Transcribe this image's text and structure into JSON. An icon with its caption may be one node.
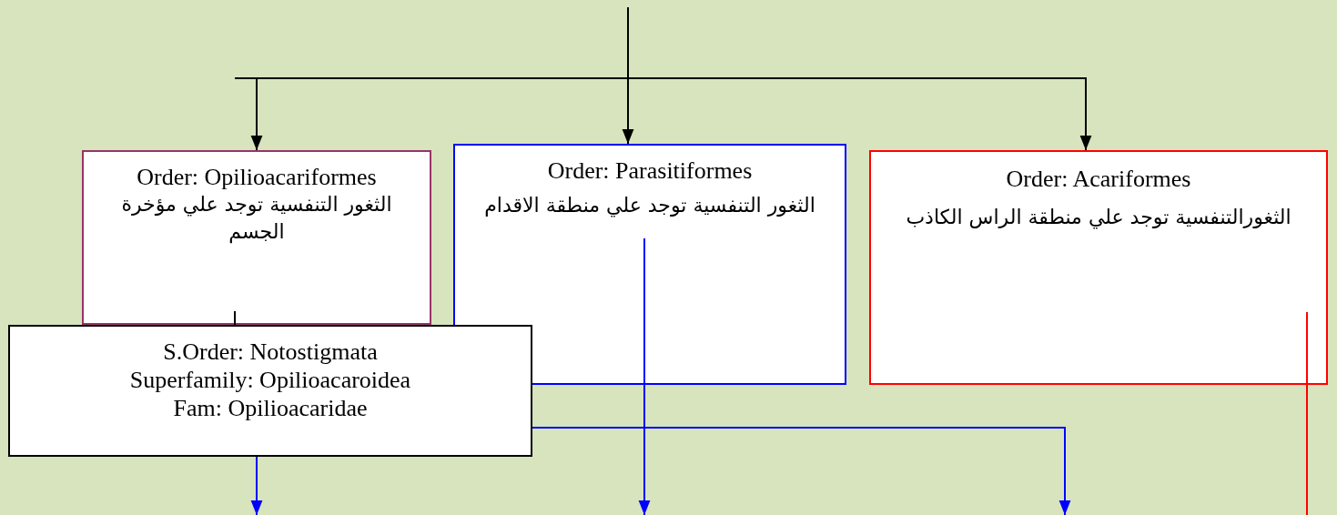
{
  "diagram": {
    "nodes": [
      {
        "text": [
          "Order: Opilioacariformes",
          "الثغور التنفسية توجد علي مؤخرة الجسم"
        ]
      },
      {
        "text": [
          "Order: Parasitiformes",
          "الثغور التنفسية توجد علي منطقة الاقدام"
        ]
      },
      {
        "text": [
          "Order: Acariformes",
          "الثغورالتنفسية توجد علي منطقة الراس الكاذب"
        ]
      },
      {
        "text": [
          "S.Order: Notostigmata",
          "Superfamily: Opilioacaroidea",
          "Fam: Opilioacaridae"
        ]
      }
    ],
    "edges": [
      {
        "from": null,
        "to": 0,
        "arrow": "to"
      },
      {
        "from": null,
        "to": 1,
        "arrow": "to"
      },
      {
        "from": null,
        "to": 2,
        "arrow": "to"
      },
      {
        "from": 0,
        "to": 3,
        "arrow": "none"
      },
      {
        "from": 3,
        "to": null,
        "arrow": "to",
        "color": "#0000ff"
      },
      {
        "from": 1,
        "to": null,
        "arrow": "to",
        "color": "#0000ff"
      },
      {
        "from": 3,
        "to": null,
        "arrow": "to",
        "color": "#0000ff"
      },
      {
        "from": 2,
        "to": null,
        "arrow": "none",
        "color": "#ff0000"
      }
    ]
  }
}
